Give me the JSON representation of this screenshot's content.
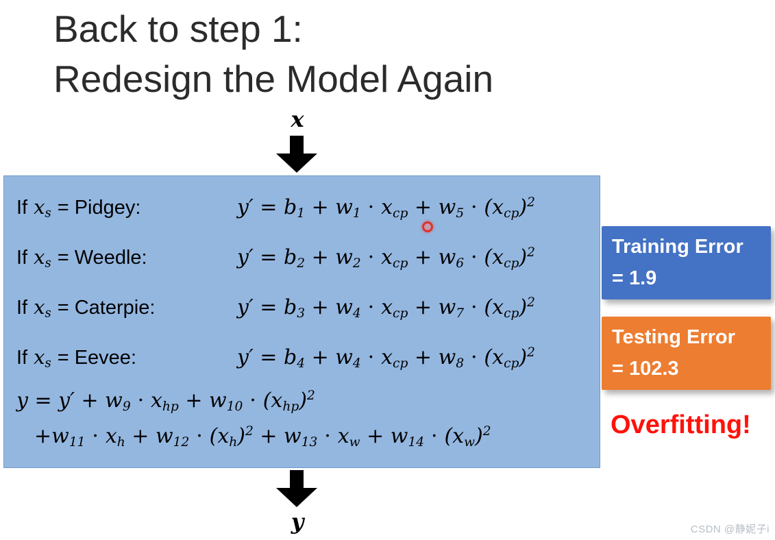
{
  "slide": {
    "title_line1": "Back to step 1:",
    "title_line2": "Redesign the Model Again",
    "input_label": "x",
    "output_label": "y"
  },
  "model_box": {
    "background_color": "#94b7e0",
    "rows": [
      {
        "if_word": "If",
        "var": "x_{s}",
        "cond_rest": "= Pidgey:",
        "formula": "y′ = b_{1} + w_{1} ⋅ x_{cp} + w_{5} ⋅ (x_{cp})^{2}"
      },
      {
        "if_word": "If",
        "var": "x_{s}",
        "cond_rest": "= Weedle:",
        "formula": "y′ = b_{2} + w_{2} ⋅ x_{cp} + w_{6} ⋅ (x_{cp})^{2}"
      },
      {
        "if_word": "If",
        "var": "x_{s}",
        "cond_rest": "= Caterpie:",
        "formula": "y′ = b_{3} + w_{4} ⋅ x_{cp} + w_{7} ⋅ (x_{cp})^{2}"
      },
      {
        "if_word": "If",
        "var": "x_{s}",
        "cond_rest": "= Eevee:",
        "formula": "y′ = b_{4} + w_{4} ⋅ x_{cp} + w_{8} ⋅ (x_{cp})^{2}"
      }
    ],
    "output_line1": "y = y′ + w_{9} ⋅ x_{hp} + w_{10} ⋅ (x_{hp})^{2}",
    "output_line2": "+w_{11} ⋅ x_{h} + w_{12} ⋅ (x_{h})^{2} + w_{13} ⋅ x_{w} + w_{14} ⋅ (x_{w})^{2}"
  },
  "results": {
    "training": {
      "line1": "Training Error",
      "line2": "= 1.9",
      "color": "#4472c4"
    },
    "testing": {
      "line1": "Testing Error",
      "line2": "= 102.3",
      "color": "#ed7d31"
    },
    "note": "Overfitting!",
    "note_color": "#ff120a"
  },
  "watermark": "CSDN @静妮子i"
}
